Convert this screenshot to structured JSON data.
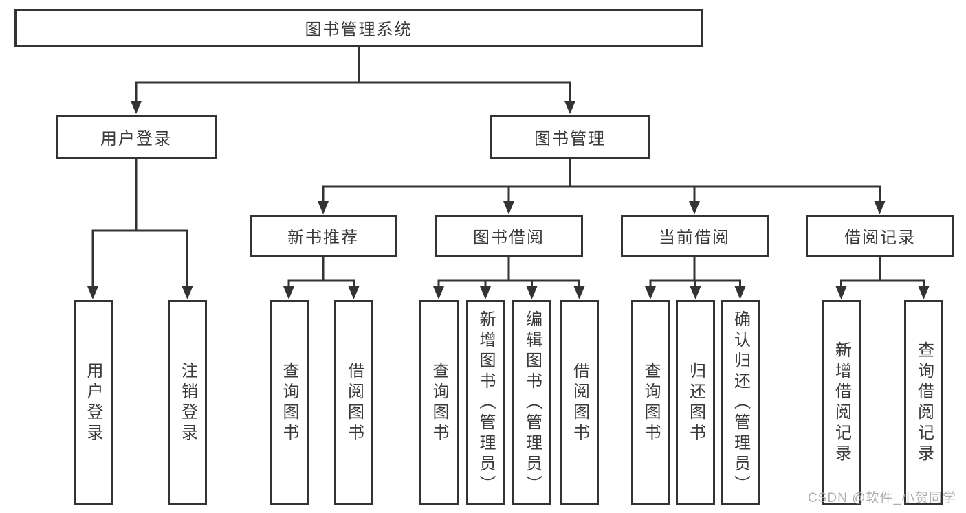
{
  "tree": {
    "root": "图书管理系统",
    "level1": [
      {
        "id": "user-login",
        "label": "用户登录"
      },
      {
        "id": "book-management",
        "label": "图书管理"
      }
    ],
    "level2": [
      {
        "id": "new-book-recommend",
        "parent": "图书管理",
        "label": "新书推荐"
      },
      {
        "id": "book-borrowing",
        "parent": "图书管理",
        "label": "图书借阅"
      },
      {
        "id": "current-borrowing",
        "parent": "图书管理",
        "label": "当前借阅"
      },
      {
        "id": "borrowing-records",
        "parent": "图书管理",
        "label": "借阅记录"
      }
    ],
    "leaves": [
      {
        "parent": "用户登录",
        "label": "用户登录"
      },
      {
        "parent": "用户登录",
        "label": "注销登录"
      },
      {
        "parent": "新书推荐",
        "label": "查询图书"
      },
      {
        "parent": "新书推荐",
        "label": "借阅图书"
      },
      {
        "parent": "图书借阅",
        "label": "查询图书"
      },
      {
        "parent": "图书借阅",
        "label": "新增图书（管理员）"
      },
      {
        "parent": "图书借阅",
        "label": "编辑图书（管理员）"
      },
      {
        "parent": "图书借阅",
        "label": "借阅图书"
      },
      {
        "parent": "当前借阅",
        "label": "查询图书"
      },
      {
        "parent": "当前借阅",
        "label": "归还图书"
      },
      {
        "parent": "当前借阅",
        "label": "确认归还（管理员）"
      },
      {
        "parent": "借阅记录",
        "label": "新增借阅记录"
      },
      {
        "parent": "借阅记录",
        "label": "查询借阅记录"
      }
    ]
  },
  "watermark": {
    "text": "CSDN @软件_小贺同学",
    "color": "#a8a8a8"
  },
  "colors": {
    "line": "#333333",
    "text": "#3a3a3a",
    "background": "#ffffff"
  }
}
